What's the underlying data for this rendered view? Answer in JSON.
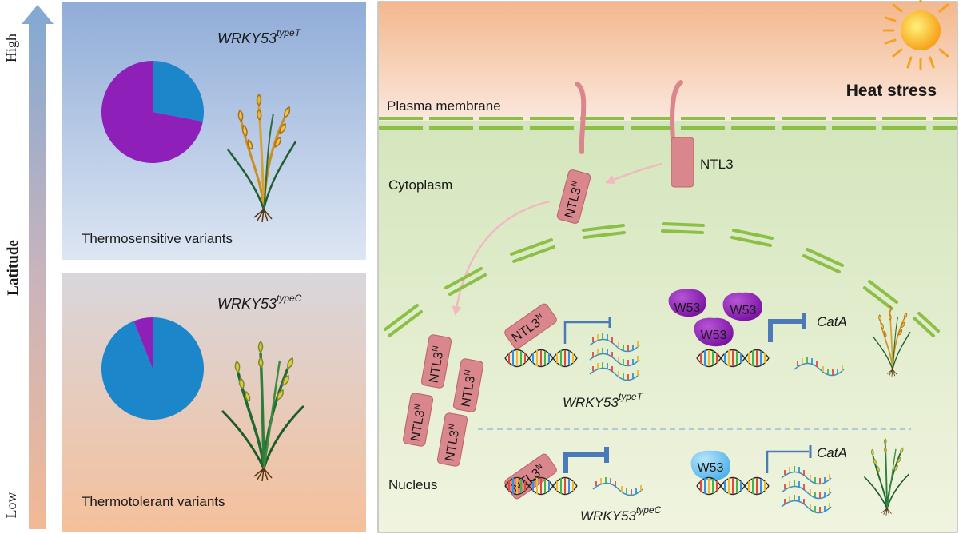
{
  "latitude_axis": {
    "title": "Latitude",
    "high_label": "High",
    "low_label": "Low"
  },
  "panels": [
    {
      "id": "high",
      "gene": "WRKY53",
      "gene_superscript": "typeT",
      "variant_label": "Thermosensitive variants",
      "pie": {
        "purple_fraction": 0.72,
        "blue_fraction": 0.28
      }
    },
    {
      "id": "low",
      "gene": "WRKY53",
      "gene_superscript": "typeC",
      "variant_label": "Thermotolerant variants",
      "pie": {
        "purple_fraction": 0.06,
        "blue_fraction": 0.94
      }
    }
  ],
  "mechanism": {
    "heat_stress_label": "Heat stress",
    "plasma_membrane_label": "Plasma membrane",
    "cytoplasm_label": "Cytoplasm",
    "nucleus_label": "Nucleus",
    "ntl3_label": "NTL3",
    "ntl3n_label": "NTL3",
    "ntl3n_superscript": "N",
    "w53_label": "W53",
    "cata_label": "CatA",
    "gene_typeT": "WRKY53",
    "gene_typeT_sup": "typeT",
    "gene_typeC": "WRKY53",
    "gene_typeC_sup": "typeC"
  },
  "colors": {
    "purple": "#8e1fb8",
    "blue": "#1b86c9",
    "gene_blue": "#2a8ed0",
    "membrane_green": "#8cbf46",
    "ntl3_pink": "#d9878c",
    "promoter_blue": "#4a7ab8",
    "w53_light_blue": "#6cc2ef"
  }
}
